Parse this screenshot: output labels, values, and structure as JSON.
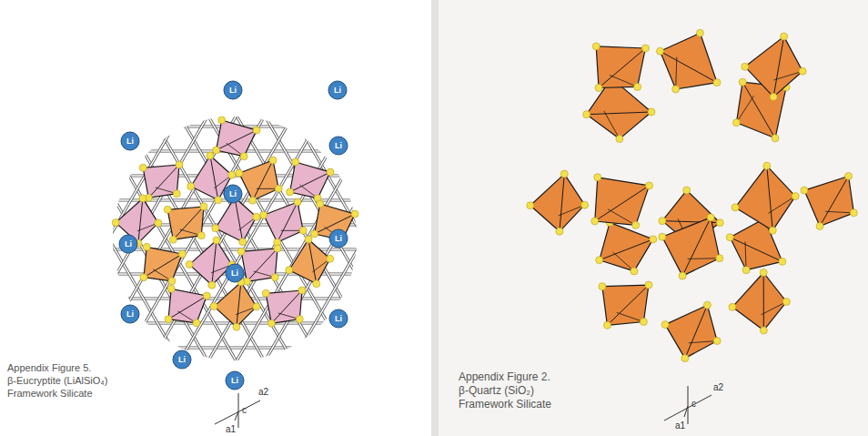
{
  "diagram": {
    "labels": [
      "Appendix Figure 5.",
      "β-Eucryptite (LiAlSiO₄)",
      "Framework Silicate",
      "Li",
      "Li",
      "Li",
      "Li",
      "Li",
      "Li",
      "Li",
      "Li",
      "Li",
      "Li",
      "Li",
      "Li",
      "a2",
      "c",
      "a1",
      "Appendix Figure 2.",
      "β-Quartz (SiO₂)",
      "Framework Silicate",
      "a2",
      "c",
      "a1"
    ]
  }
}
